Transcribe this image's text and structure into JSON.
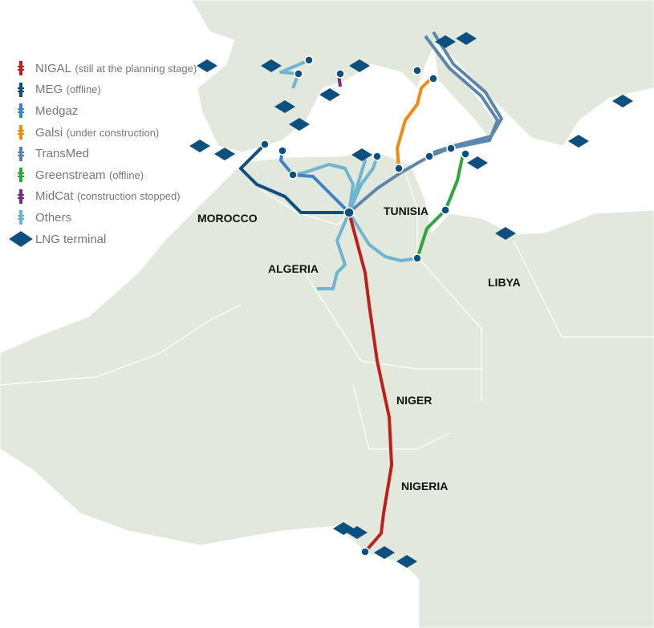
{
  "legend": [
    {
      "name": "NIGAL",
      "note": "(still at the planning stage)",
      "color": "#c0201b"
    },
    {
      "name": "MEG",
      "note": "(offline)",
      "color": "#0d4f7e"
    },
    {
      "name": "Medgaz",
      "note": "",
      "color": "#3d82c8"
    },
    {
      "name": "Galsi",
      "note": "(under construction)",
      "color": "#f08a12"
    },
    {
      "name": "TransMed",
      "note": "",
      "color": "#5b86ad"
    },
    {
      "name": "Greenstream",
      "note": "(offline)",
      "color": "#2ea63a"
    },
    {
      "name": "MidCat",
      "note": "(construction stopped)",
      "color": "#7b2a86"
    },
    {
      "name": "Others",
      "note": "",
      "color": "#6db5d2"
    },
    {
      "name": "LNG terminal",
      "note": "",
      "color": "#0d4f7e",
      "icon": "diamond"
    }
  ],
  "countries": {
    "morocco": "MOROCCO",
    "algeria": "ALGERIA",
    "tunisia": "TUNISIA",
    "libya": "LIBYA",
    "niger": "NIGER",
    "nigeria": "NIGERIA"
  },
  "colors": {
    "land": "#e3e8dc",
    "border": "#ffffff",
    "water": "#ffffff"
  }
}
